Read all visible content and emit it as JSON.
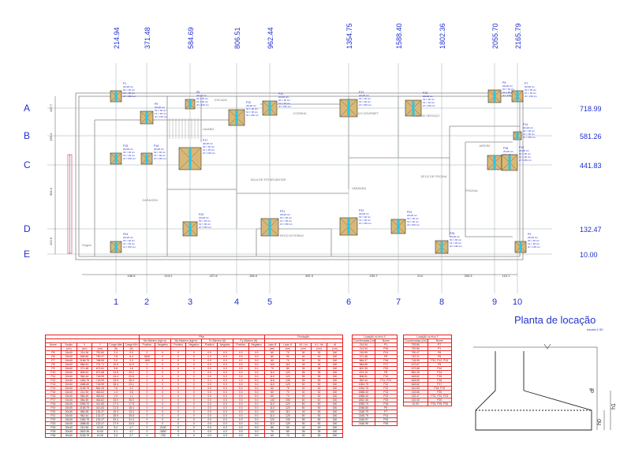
{
  "title": "Planta de locação",
  "scale_note": "escala 1:50",
  "x_coords": [
    "214.94",
    "371.48",
    "584.69",
    "806.51",
    "962.44",
    "1354.75",
    "1588.40",
    "1802.36",
    "2055.70",
    "2165.79"
  ],
  "x_axis_labels": [
    "1",
    "2",
    "3",
    "4",
    "5",
    "6",
    "7",
    "8",
    "9",
    "10"
  ],
  "y_axis_labels": [
    "A",
    "B",
    "C",
    "D",
    "E"
  ],
  "y_coords": [
    "718.99",
    "581.26",
    "441.83",
    "132.47",
    "10.00"
  ],
  "dim_bottom": [
    "156.5",
    "213.2",
    "227.8",
    "155.9",
    "392.3",
    "233.7",
    "214",
    "253.3",
    "110.1"
  ],
  "dim_left": [
    "137.7",
    "139.4",
    "309.4",
    "122.5"
  ],
  "rooms": [
    "GARAGEM",
    "SALA DE ESTAR/JANTAR",
    "VARANDA",
    "DECK DE PISCINA",
    "PISCINA",
    "COZINHA",
    "ESPAÇO GOURMET",
    "PATIO EXTERNO",
    "LAVABO",
    "ÁREA DE SERVIÇO",
    "JARDIM",
    "ESCADA",
    "Origem"
  ],
  "pile_labels": [
    "P1",
    "P2",
    "P3",
    "P4",
    "P5",
    "P6",
    "P7",
    "P8",
    "P9",
    "P10",
    "P11",
    "P12",
    "P13",
    "P14",
    "P15",
    "P16",
    "P17",
    "P18",
    "P19",
    "P20",
    "P21",
    "P22",
    "P23",
    "P24",
    "P25"
  ],
  "sapata_note": [
    "20x20 cm",
    "h0 = 30 cm",
    "h1 = 30 cm",
    "df = 150 cm"
  ],
  "table": {
    "group_headers": [
      "Pilar",
      "Fundação"
    ],
    "subgroups": [
      "Mx Máximo (kgf.m)",
      "My Máximo (kgf.m)",
      "Fx Máximo (tf)",
      "Fy Máximo (tf)"
    ],
    "headers": [
      "Nome",
      "Seção",
      "X",
      "Y",
      "Carga Máx",
      "Carga Mín",
      "Positivo",
      "Negativo",
      "Positivo",
      "Negativo",
      "Positivo",
      "Negativo",
      "Positivo",
      "Negativo",
      "Lado B",
      "Lado H",
      "h0 / ho",
      "h1 / hb",
      "df"
    ],
    "units": [
      "",
      "(cm)",
      "(cm)",
      "(cm)",
      "(tf)",
      "(tf)",
      "",
      "",
      "",
      "",
      "",
      "",
      "",
      "",
      "(cm)",
      "(cm)",
      "(cm)",
      "(cm)",
      "(cm)"
    ],
    "rows": [
      [
        "P5",
        "15x30",
        "214.94",
        "792.80",
        "2.4",
        "0.0",
        "0",
        "0",
        "0",
        "0",
        "0.0",
        "0.0",
        "0.0",
        "0.0",
        "60",
        "70",
        "30",
        "30",
        "150"
      ],
      [
        "P6",
        "15x30",
        "806.50",
        "790.47",
        "7.8",
        "6.4",
        "2600",
        "0",
        "0",
        "0",
        "0.2",
        "0.0",
        "0.0",
        "0.0",
        "80",
        "90",
        "40",
        "40",
        "150"
      ],
      [
        "P7",
        "15x30",
        "2165.79",
        "768.99",
        "2.0",
        "2.0",
        "-600",
        "0",
        "0",
        "0",
        "0.0",
        "0.0",
        "0.1",
        "0.0",
        "60",
        "70",
        "30",
        "30",
        "150"
      ],
      [
        "P8",
        "15x30",
        "584.61",
        "701.71",
        "10.9",
        "11.9",
        "0",
        "0",
        "0",
        "0",
        "0.0",
        "0.0",
        "0.0",
        "0.0",
        "100",
        "115",
        "45",
        "45",
        "150"
      ],
      [
        "P9",
        "15x30",
        "371.48",
        "672.61",
        "9.8",
        "1.6",
        "0",
        "0",
        "0",
        "0",
        "0.0",
        "0.0",
        "0.0",
        "0.1",
        "70",
        "80",
        "35",
        "35",
        "150"
      ],
      [
        "P10",
        "15x30",
        "806.51",
        "672.68",
        "24.8",
        "29.2",
        "0",
        "0",
        "0",
        "0",
        "0.0",
        "0.0",
        "0.0",
        "0.0",
        "110",
        "120",
        "55",
        "55",
        "150"
      ],
      [
        "P11",
        "20x30",
        "962.44",
        "718.99",
        "24.4",
        "20.6",
        "0",
        "0",
        "0",
        "0",
        "0.0",
        "0.0",
        "0.0",
        "0.0",
        "110",
        "120",
        "55",
        "55",
        "150"
      ],
      [
        "P12",
        "20x30",
        "1354.75",
        "718.99",
        "33.5",
        "26.4",
        "0",
        "0",
        "0",
        "0",
        "0.1",
        "0.0",
        "1.2",
        "0.0",
        "115",
        "135",
        "55",
        "55",
        "150"
      ],
      [
        "P13",
        "20x30",
        "1588.40",
        "718.99",
        "28.4",
        "23.1",
        "0",
        "0",
        "0",
        "0",
        "0.0",
        "0.0",
        "0.0",
        "0.0",
        "110",
        "125",
        "50",
        "50",
        "150"
      ],
      [
        "P14",
        "15x30",
        "2165.79",
        "581.26",
        "7.6",
        "4.2",
        "0",
        "0",
        "0",
        "0",
        "0.0",
        "0.0",
        "0.0",
        "0.0",
        "60",
        "75",
        "30",
        "30",
        "150"
      ],
      [
        "P15",
        "15x30",
        "214.94",
        "463.62",
        "1.3",
        "0.8",
        "0",
        "0",
        "0",
        "0",
        "0.0",
        "0.0",
        "0.0",
        "0.0",
        "60",
        "70",
        "30",
        "30",
        "150"
      ],
      [
        "P16",
        "15x30",
        "584.69",
        "463.62",
        "1.9",
        "1.1",
        "0",
        "0",
        "0",
        "0",
        "0.0",
        "0.0",
        "0.0",
        "0.0",
        "60",
        "70",
        "30",
        "30",
        "150"
      ],
      [
        "P17",
        "15x30",
        "584.69",
        "463.62",
        "43.0",
        "35.0",
        "0",
        "0",
        "0",
        "0",
        "0.0",
        "0.0",
        "0.0",
        "0.0",
        "140",
        "155",
        "60",
        "60",
        "150"
      ],
      [
        "P18",
        "15x30",
        "2055.70",
        "441.83",
        "27.0",
        "17.5",
        "0",
        "0",
        "0",
        "0",
        "0.0",
        "0.0",
        "0.0",
        "0.0",
        "110",
        "120",
        "50",
        "50",
        "150"
      ],
      [
        "P19",
        "15x30",
        "2165.79",
        "441.83",
        "21.5",
        "18.4",
        "0",
        "0",
        "0",
        "0",
        "0.0",
        "0.0",
        "0.0",
        "0.0",
        "110",
        "120",
        "50",
        "50",
        "150"
      ],
      [
        "P20",
        "20x30",
        "584.69",
        "132.47",
        "19.3",
        "13.3",
        "0",
        "0",
        "0",
        "0",
        "0.0",
        "0.0",
        "0.0",
        "0.0",
        "100",
        "110",
        "45",
        "45",
        "150"
      ],
      [
        "P21",
        "15x30",
        "962.44",
        "132.47",
        "28.9",
        "25.8",
        "0",
        "0",
        "0",
        "0",
        "0.0",
        "0.0",
        "0.0",
        "0.0",
        "110",
        "125",
        "50",
        "50",
        "150"
      ],
      [
        "P22",
        "15x30",
        "1354.75",
        "132.47",
        "32.4",
        "31.4",
        "0",
        "0",
        "0",
        "0",
        "0.0",
        "0.0",
        "0.0",
        "0.0",
        "120",
        "130",
        "55",
        "55",
        "150"
      ],
      [
        "P23",
        "15x30",
        "1588.40",
        "132.47",
        "27.9",
        "24.5",
        "0",
        "0",
        "0",
        "0",
        "0.0",
        "0.0",
        "0.0",
        "0.0",
        "110",
        "125",
        "50",
        "50",
        "150"
      ],
      [
        "P24",
        "20x40",
        "214.94",
        "10.00",
        "9.4",
        "4.7",
        "0",
        "-2100",
        "0",
        "0",
        "0.0",
        "0.0",
        "0.0",
        "0.0",
        "80",
        "90",
        "40",
        "40",
        "150"
      ],
      [
        "P25",
        "20x30",
        "1802.36",
        "10.00",
        "5.1",
        "4.1",
        "0",
        "-1800",
        "0",
        "0",
        "0.0",
        "0.0",
        "0.0",
        "0.0",
        "70",
        "80",
        "35",
        "35",
        "150"
      ],
      [
        "P26",
        "20x30",
        "2165.79",
        "10.00",
        "3.3",
        "2.7",
        "0",
        "-700",
        "0",
        "0",
        "0.0",
        "0.0",
        "0.0",
        "0.0",
        "60",
        "70",
        "30",
        "30",
        "150"
      ]
    ]
  },
  "loc_x": {
    "title": "Locação no eixo X",
    "headers": [
      "Coordenadas (cm)",
      "Nome"
    ],
    "rows": [
      [
        "214.94",
        "P1"
      ],
      [
        "214.94",
        "P15"
      ],
      [
        "219.99",
        "P24"
      ],
      [
        "371.48",
        "P9"
      ],
      [
        "584.37",
        "P16"
      ],
      [
        "584.69",
        "P17"
      ],
      [
        "602.35",
        "P20"
      ],
      [
        "674.13",
        "P8"
      ],
      [
        "806.51",
        "P10"
      ],
      [
        "962.44",
        "P11, P21"
      ],
      [
        "1354.75",
        "P12"
      ],
      [
        "1354.75",
        "P22"
      ],
      [
        "1588.40",
        "P13"
      ],
      [
        "1588.40",
        "P23"
      ],
      [
        "1802.36",
        "P25"
      ],
      [
        "2055.70",
        "P18"
      ],
      [
        "2058.80",
        "P6"
      ],
      [
        "2165.79",
        "P7"
      ],
      [
        "2165.79",
        "P14"
      ],
      [
        "2165.97",
        "P19"
      ],
      [
        "2166.95",
        "P26"
      ]
    ]
  },
  "loc_y": {
    "title": "Locação no eixo Y",
    "headers": [
      "Coordenadas (cm)",
      "Nome"
    ],
    "rows": [
      [
        "792.80",
        "P7"
      ],
      [
        "792.80",
        "P1"
      ],
      [
        "790.47",
        "P6"
      ],
      [
        "742.21",
        "P5"
      ],
      [
        "718.99",
        "P11, P12, P13"
      ],
      [
        "672.67",
        "P9"
      ],
      [
        "672.68",
        "P10"
      ],
      [
        "581.26",
        "P14"
      ],
      [
        "463.62",
        "P15"
      ],
      [
        "463.59",
        "P16"
      ],
      [
        "463.62",
        "P17"
      ],
      [
        "441.83",
        "P18, P19"
      ],
      [
        "132.66",
        "P20"
      ],
      [
        "132.47",
        "P21, P22, P23"
      ],
      [
        "132.00",
        "P20"
      ],
      [
        "10.00",
        "P24, P25, P26"
      ]
    ]
  },
  "detail_labels": [
    "df",
    "h0",
    "h1"
  ],
  "colors": {
    "axis_blue": "#1f2fd0",
    "pile_fill": "#d9b877",
    "grid_red": "#e02020",
    "cyan": "#29c6e6"
  }
}
